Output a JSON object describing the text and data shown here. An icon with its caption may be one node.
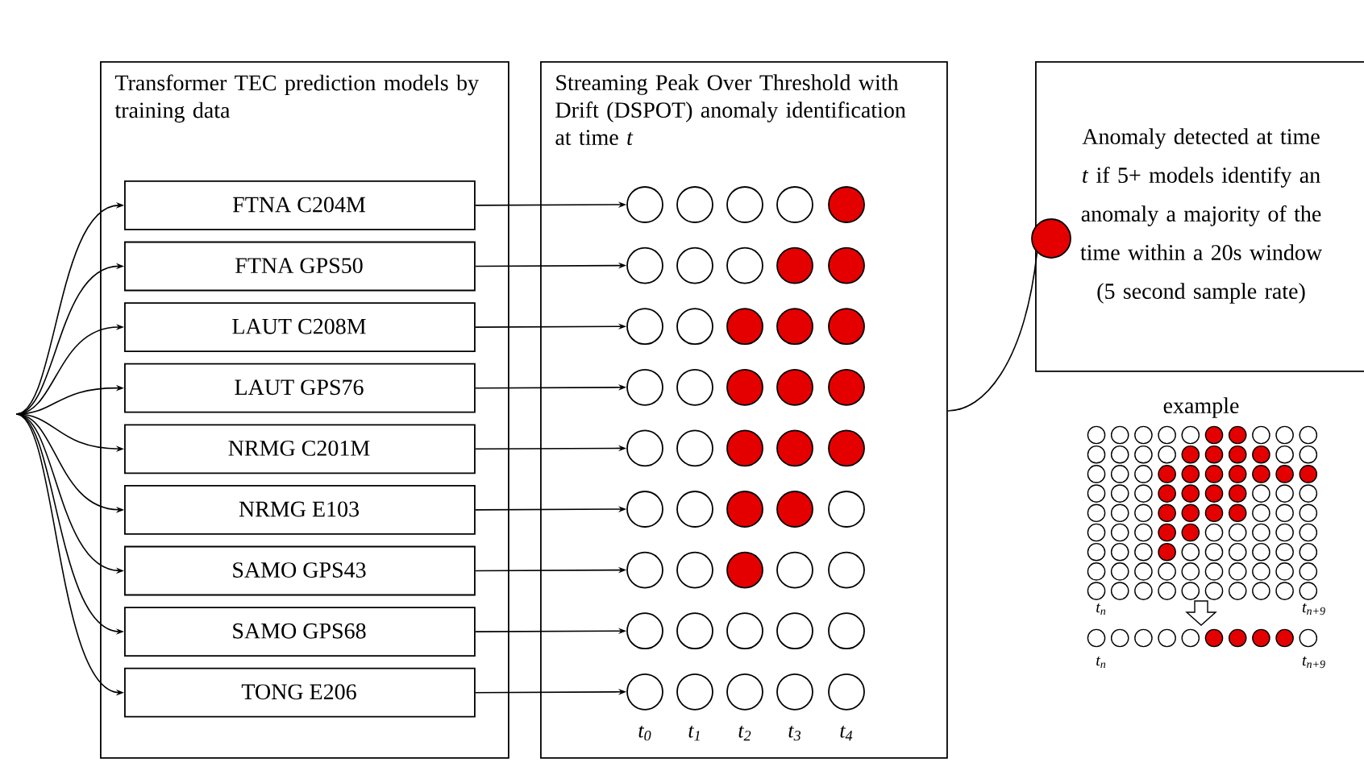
{
  "diagram": {
    "nodes": [
      {
        "text": [
          "Transformer TEC prediction models by training data"
        ]
      },
      {
        "text": [
          "FTNA C204M"
        ],
        "in": 0
      },
      {
        "text": [
          "FTNA GPS50"
        ],
        "in": 0
      },
      {
        "text": [
          "LAUT C208M"
        ],
        "in": 0
      },
      {
        "text": [
          "LAUT GPS76"
        ],
        "in": 0
      },
      {
        "text": [
          "NRMG C201M"
        ],
        "in": 0
      },
      {
        "text": [
          "NRMG E103"
        ],
        "in": 0
      },
      {
        "text": [
          "SAMO GPS43"
        ],
        "in": 0
      },
      {
        "text": [
          "SAMO GPS68"
        ],
        "in": 0
      },
      {
        "text": [
          "TONG E206"
        ],
        "in": 0
      },
      {
        "text": [
          "Streaming Peak Over Threshold with Drift (DSPOT) anomaly identification at time *t*"
        ]
      },
      {
        "text": [],
        "shape": "circle",
        "in": 10
      },
      {
        "text": [],
        "shape": "circle",
        "in": 10
      },
      {
        "text": [],
        "shape": "circle",
        "in": 10
      },
      {
        "text": [],
        "shape": "circle",
        "in": 10
      },
      {
        "text": [],
        "shape": "circle",
        "in": 10
      },
      {
        "text": [],
        "shape": "circle",
        "in": 10
      },
      {
        "text": [],
        "shape": "circle",
        "in": 10
      },
      {
        "text": [],
        "shape": "circle",
        "in": 10
      },
      {
        "text": [],
        "shape": "circle",
        "in": 10
      },
      {
        "text": [],
        "shape": "circle",
        "in": 10
      },
      {
        "text": [],
        "shape": "circle",
        "in": 10
      },
      {
        "text": [],
        "shape": "circle",
        "in": 10
      },
      {
        "text": [],
        "shape": "circle",
        "in": 10
      },
      {
        "text": [],
        "shape": "circle",
        "in": 10
      },
      {
        "text": [],
        "shape": "circle",
        "in": 10
      },
      {
        "text": [],
        "shape": "circle",
        "in": 10
      },
      {
        "text": [],
        "shape": "circle",
        "in": 10
      },
      {
        "text": [],
        "shape": "circle",
        "in": 10
      },
      {
        "text": [],
        "shape": "circle",
        "in": 10
      },
      {
        "text": [],
        "shape": "circle",
        "in": 10
      },
      {
        "text": [],
        "shape": "circle",
        "in": 10
      },
      {
        "text": [],
        "shape": "circle",
        "in": 10
      },
      {
        "text": [],
        "shape": "circle",
        "in": 10
      },
      {
        "text": [],
        "shape": "circle",
        "in": 10
      },
      {
        "text": [],
        "shape": "circle",
        "in": 10
      },
      {
        "text": [],
        "shape": "circle",
        "in": 10
      },
      {
        "text": [],
        "shape": "circle",
        "in": 10
      },
      {
        "text": [],
        "shape": "circle",
        "in": 10
      },
      {
        "text": [],
        "shape": "circle",
        "in": 10
      },
      {
        "text": [],
        "shape": "circle",
        "in": 10
      },
      {
        "text": [],
        "shape": "circle",
        "in": 10
      },
      {
        "text": [],
        "shape": "circle",
        "in": 10
      },
      {
        "text": [],
        "shape": "circle",
        "in": 10
      },
      {
        "text": [],
        "shape": "circle",
        "in": 10
      },
      {
        "text": [],
        "shape": "circle",
        "in": 10
      },
      {
        "text": [],
        "shape": "circle",
        "in": 10
      },
      {
        "text": [],
        "shape": "circle",
        "in": 10
      },
      {
        "text": [],
        "shape": "circle",
        "in": 10
      },
      {
        "text": [],
        "shape": "circle",
        "in": 10
      },
      {
        "text": [],
        "shape": "circle",
        "in": 10
      },
      {
        "text": [],
        "shape": "circle",
        "in": 10
      },
      {
        "text": [],
        "shape": "circle",
        "in": 10
      },
      {
        "text": [],
        "shape": "circle",
        "in": 10
      },
      {
        "text": [],
        "shape": "circle",
        "in": 10
      },
      {
        "text": [],
        "shape": "circle",
        "in": 10
      },
      {
        "text": [
          "Anomaly detected at time *t* if 5+ models identify an anomaly a majority of the time within a 20s window (5 second sample rate)"
        ]
      },
      {
        "text": [],
        "shape": "circle"
      }
    ],
    "edges": [
      {
        "from": null,
        "to": 1,
        "arrow": "to"
      },
      {
        "from": null,
        "to": 2,
        "arrow": "to"
      },
      {
        "from": null,
        "to": 3,
        "arrow": "to"
      },
      {
        "from": null,
        "to": 4,
        "arrow": "to"
      },
      {
        "from": null,
        "to": 5,
        "arrow": "to"
      },
      {
        "from": null,
        "to": 6,
        "arrow": "to"
      },
      {
        "from": null,
        "to": 7,
        "arrow": "to"
      },
      {
        "from": null,
        "to": 8,
        "arrow": "to"
      },
      {
        "from": null,
        "to": 9,
        "arrow": "to"
      },
      {
        "from": 1,
        "to": 11,
        "arrow": "to"
      },
      {
        "from": 2,
        "to": 16,
        "arrow": "to"
      },
      {
        "from": 3,
        "to": 21,
        "arrow": "to"
      },
      {
        "from": 4,
        "to": 26,
        "arrow": "to"
      },
      {
        "from": 5,
        "to": 31,
        "arrow": "to"
      },
      {
        "from": 6,
        "to": 36,
        "arrow": "to"
      },
      {
        "from": 7,
        "to": 41,
        "arrow": "to"
      },
      {
        "from": 8,
        "to": 46,
        "arrow": "to"
      },
      {
        "from": 9,
        "to": 51,
        "arrow": "to"
      },
      {
        "from": 10,
        "to": 57,
        "arrow": "none"
      }
    ],
    "labels": [
      "*t*$_{0}$",
      "*t*$_{1}$",
      "*t*$_{2}$",
      "*t*$_{3}$",
      "*t*$_{4}$",
      "example",
      "*t*$_{n}$",
      "*t*$_{n+9}$",
      "*t*$_{n}$",
      "*t*$_{n+9}$"
    ]
  }
}
